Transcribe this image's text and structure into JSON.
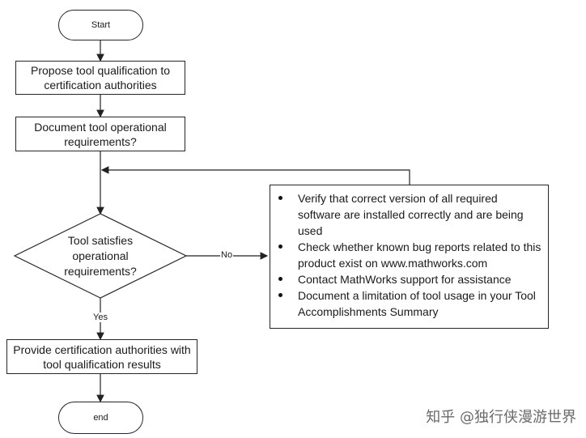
{
  "nodes": {
    "start": "Start",
    "propose": "Propose tool qualification to certification authorities",
    "document": "Document tool operational requirements?",
    "decision": "Tool satisfies operational requirements?",
    "provide": "Provide certification authorities with tool qualification results",
    "end": "end"
  },
  "edges": {
    "no_label": "No",
    "yes_label": "Yes"
  },
  "note_items": [
    "Verify that correct version of all required software are installed correctly and are being used",
    "Check whether known bug reports related to this product exist on www.mathworks.com",
    "Contact MathWorks support for assistance",
    "Document a limitation of tool usage in your Tool Accomplishments Summary"
  ],
  "watermark": "知乎 @独行侠漫游世界"
}
